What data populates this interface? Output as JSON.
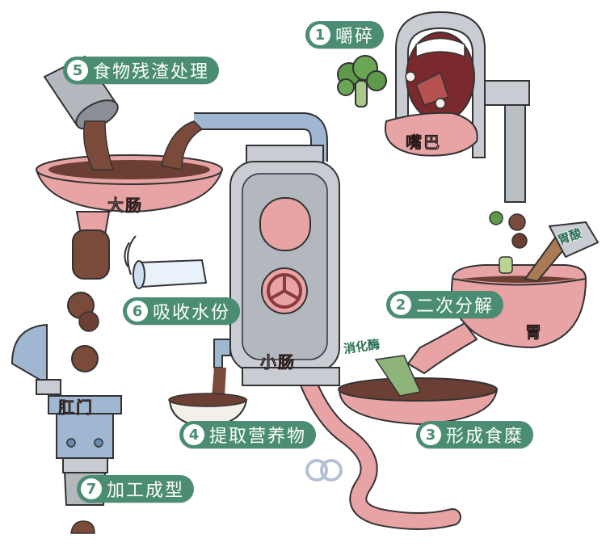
{
  "steps": [
    {
      "num": "1",
      "label": "嚼碎"
    },
    {
      "num": "2",
      "label": "二次分解"
    },
    {
      "num": "3",
      "label": "形成食糜"
    },
    {
      "num": "4",
      "label": "提取营养物"
    },
    {
      "num": "5",
      "label": "食物残渣处理"
    },
    {
      "num": "6",
      "label": "吸收水份"
    },
    {
      "num": "7",
      "label": "加工成型"
    }
  ],
  "organs": {
    "mouth": "嘴巴",
    "stomach": "胃",
    "small_intestine": "小肠",
    "large_intestine": "大肠",
    "anus": "肛门"
  },
  "tags": {
    "gastric_acid": "胃酸",
    "digestive_enzyme": "消化酶"
  },
  "colors": {
    "label_green": "#4a8d72",
    "organ_pink": "#e8a3a5",
    "machine_gray": "#c9cdd3",
    "pipe_blue": "#9fb7d0",
    "food_brown": "#7a4a3a"
  }
}
